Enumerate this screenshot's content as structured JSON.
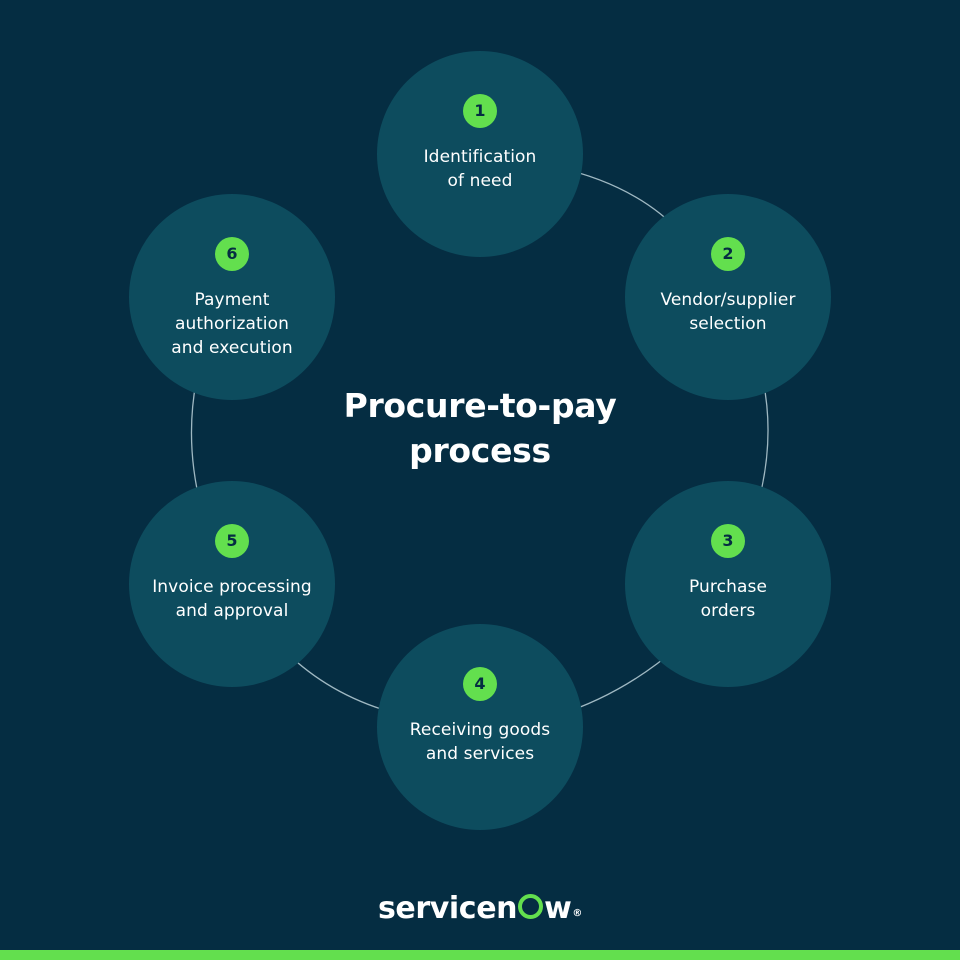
{
  "title": {
    "line1": "Procure-to-pay",
    "line2": "process"
  },
  "steps": [
    {
      "number": "1",
      "lines": [
        "Identification",
        "of need"
      ]
    },
    {
      "number": "2",
      "lines": [
        "Vendor/supplier",
        "selection"
      ]
    },
    {
      "number": "3",
      "lines": [
        "Purchase",
        "orders"
      ]
    },
    {
      "number": "4",
      "lines": [
        "Receiving goods",
        "and services"
      ]
    },
    {
      "number": "5",
      "lines": [
        "Invoice processing",
        "and approval"
      ]
    },
    {
      "number": "6",
      "lines": [
        "Payment",
        "authorization",
        "and execution"
      ]
    }
  ],
  "logo": {
    "prefix": "servicen",
    "suffix": "w",
    "registered": "®"
  },
  "colors": {
    "background": "#052d42",
    "circle": "#0d4c5e",
    "accent": "#63df4e",
    "arrow": "#9fb8c2",
    "text": "#ffffff"
  }
}
